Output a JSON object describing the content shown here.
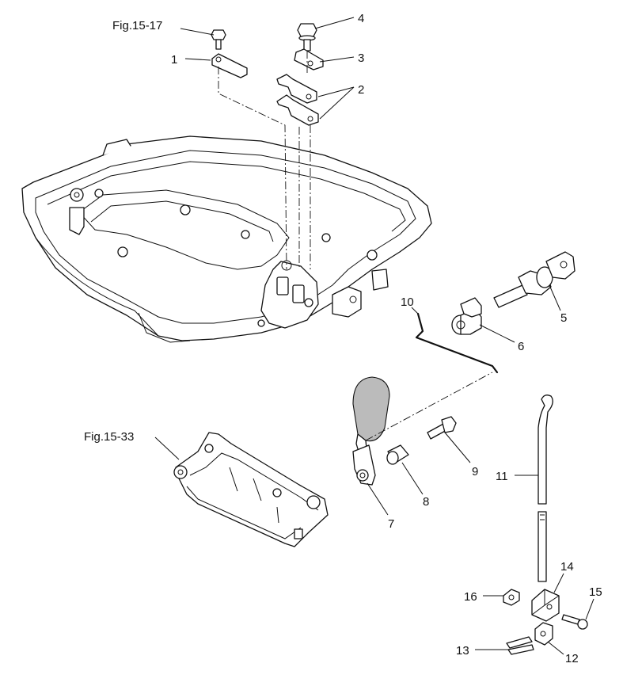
{
  "labels": {
    "fig_15_17": "Fig.15-17",
    "fig_15_33": "Fig.15-33",
    "p1": "1",
    "p2": "2",
    "p3": "3",
    "p4": "4",
    "p5": "5",
    "p6": "6",
    "p7": "7",
    "p8": "8",
    "p9": "9",
    "p10": "10",
    "p11": "11",
    "p12": "12",
    "p13": "13",
    "p14": "14",
    "p15": "15",
    "p16": "16"
  }
}
